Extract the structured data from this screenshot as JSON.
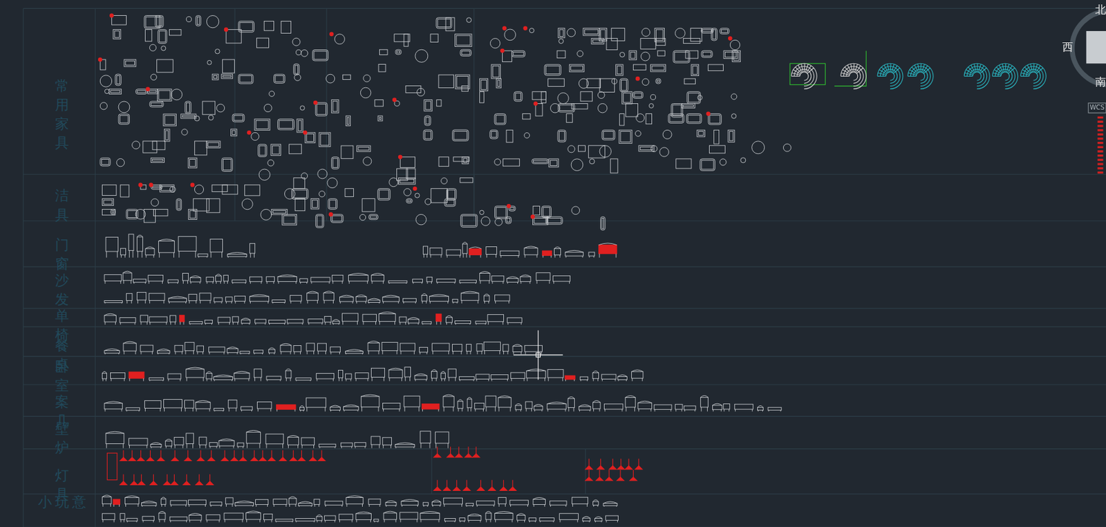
{
  "diagram": {
    "labels": [
      "常用家具",
      "洁具",
      "门窗",
      "沙发",
      "单椅",
      "餐桌",
      "卧室",
      "案几",
      "壁炉",
      "灯具",
      "小玩意",
      "北",
      "西",
      "南",
      "WCS"
    ]
  }
}
